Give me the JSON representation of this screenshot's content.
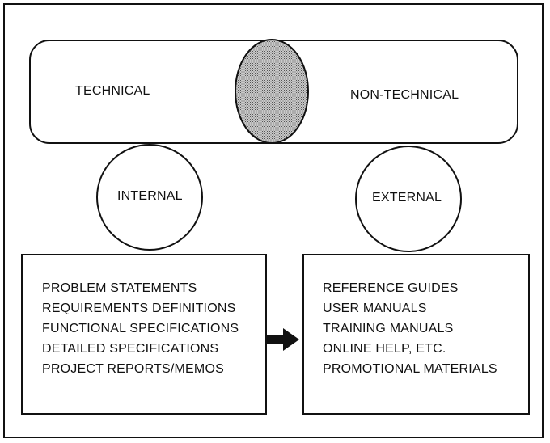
{
  "spectrum": {
    "left_label": "TECHNICAL",
    "right_label": "NON-TECHNICAL",
    "overlap_fill": "stipple"
  },
  "internal": {
    "label": "INTERNAL",
    "documents": [
      "PROBLEM STATEMENTS",
      "REQUIREMENTS DEFINITIONS",
      "FUNCTIONAL SPECIFICATIONS",
      "DETAILED SPECIFICATIONS",
      "PROJECT REPORTS/MEMOS"
    ]
  },
  "external": {
    "label": "EXTERNAL",
    "documents": [
      "REFERENCE GUIDES",
      "USER MANUALS",
      "TRAINING MANUALS",
      "ONLINE HELP, ETC.",
      "PROMOTIONAL MATERIALS"
    ]
  },
  "flow": {
    "arrow_direction": "internal-to-external"
  },
  "colors": {
    "ink": "#111111",
    "overlap_fill": "#b9b9b9",
    "background": "#ffffff"
  }
}
